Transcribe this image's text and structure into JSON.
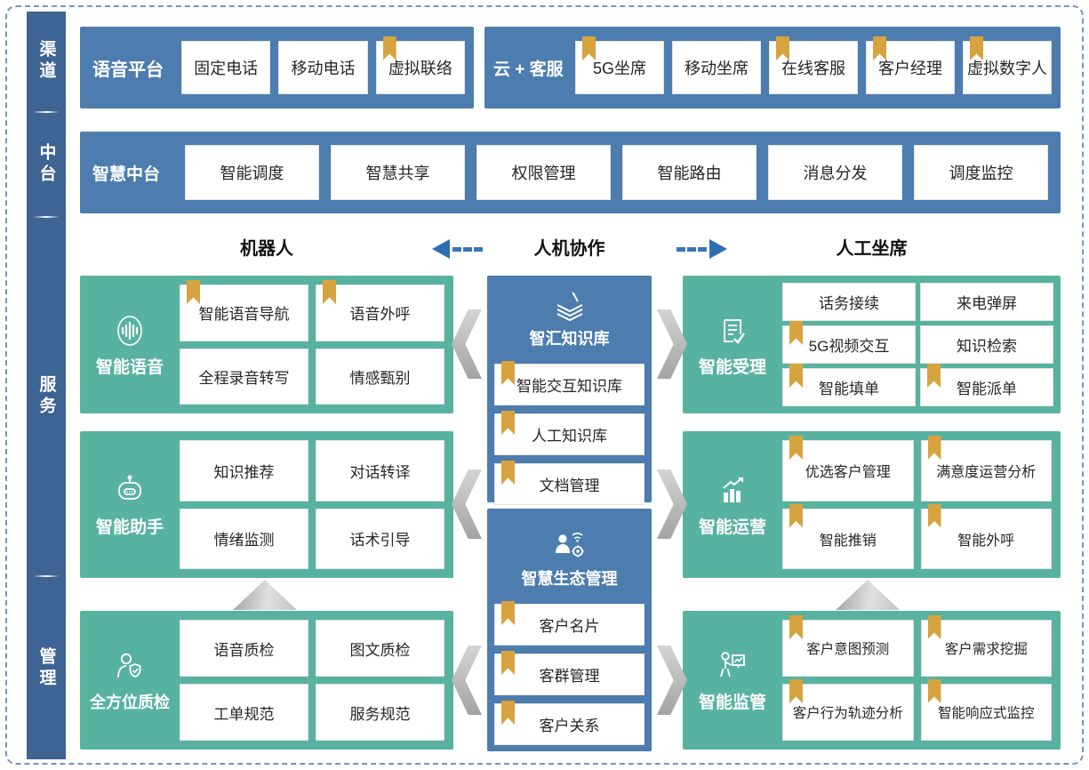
{
  "colors": {
    "panel_blue": "#4c7dae",
    "teal_green": "#58b2a0",
    "sidebar_blue": "#3d6492",
    "bookmark_gold": "#d7a33e",
    "arrow_blue": "#2f6eb6",
    "border_dash_blue": "#7096c5"
  },
  "sidebar": {
    "items": [
      {
        "label": "渠道"
      },
      {
        "label": "中台"
      },
      {
        "label": "服务"
      },
      {
        "label": "管理"
      }
    ]
  },
  "rows": {
    "voice_platform": {
      "title": "语音平台",
      "items": [
        {
          "label": "固定电话"
        },
        {
          "label": "移动电话"
        },
        {
          "label": "虚拟联络",
          "bookmark": true
        }
      ]
    },
    "cloud_service": {
      "title": "云 + 客服",
      "items": [
        {
          "label": "5G坐席",
          "bookmark": true
        },
        {
          "label": "移动坐席"
        },
        {
          "label": "在线客服",
          "bookmark": true
        },
        {
          "label": "客户经理",
          "bookmark": true
        },
        {
          "label": "虚拟数字人",
          "bookmark": true
        }
      ]
    },
    "smart_middle": {
      "title": "智慧中台",
      "items": [
        {
          "label": "智能调度"
        },
        {
          "label": "智慧共享"
        },
        {
          "label": "权限管理"
        },
        {
          "label": "智能路由"
        },
        {
          "label": "消息分发"
        },
        {
          "label": "调度监控"
        }
      ]
    }
  },
  "section_header": {
    "left": "机器人",
    "center": "人机协作",
    "right": "人工坐席"
  },
  "left_blocks": [
    {
      "title": "智能语音",
      "icon": "voice-icon",
      "items": [
        {
          "label": "智能语音导航",
          "bookmark": true
        },
        {
          "label": "语音外呼",
          "bookmark": true
        },
        {
          "label": "全程录音转写"
        },
        {
          "label": "情感甄别"
        }
      ]
    },
    {
      "title": "智能助手",
      "icon": "robot-icon",
      "items": [
        {
          "label": "知识推荐"
        },
        {
          "label": "对话转译"
        },
        {
          "label": "情绪监测"
        },
        {
          "label": "话术引导"
        }
      ]
    },
    {
      "title": "全方位质检",
      "icon": "inspector-icon",
      "items": [
        {
          "label": "语音质检"
        },
        {
          "label": "图文质检"
        },
        {
          "label": "工单规范"
        },
        {
          "label": "服务规范"
        }
      ]
    }
  ],
  "middle_blocks": [
    {
      "title": "智汇知识库",
      "icon": "knowledge-book-icon",
      "items": [
        {
          "label": "智能交互知识库",
          "bookmark": true
        },
        {
          "label": "人工知识库",
          "bookmark": true
        },
        {
          "label": "文档管理",
          "bookmark": true
        }
      ]
    },
    {
      "title": "智慧生态管理",
      "icon": "ecosystem-icon",
      "items": [
        {
          "label": "客户名片",
          "bookmark": true
        },
        {
          "label": "客群管理",
          "bookmark": true
        },
        {
          "label": "客户关系",
          "bookmark": true
        }
      ]
    }
  ],
  "right_blocks": [
    {
      "title": "智能受理",
      "icon": "document-check-icon",
      "items": [
        {
          "label": "话务接续"
        },
        {
          "label": "来电弹屏"
        },
        {
          "label": "5G视频交互",
          "bookmark": true
        },
        {
          "label": "知识检索"
        },
        {
          "label": "智能填单",
          "bookmark": true
        },
        {
          "label": "智能派单",
          "bookmark": true
        }
      ]
    },
    {
      "title": "智能运营",
      "icon": "chart-growth-icon",
      "items": [
        {
          "label": "优选客户管理",
          "bookmark": true
        },
        {
          "label": "满意度运营分析",
          "bookmark": true
        },
        {
          "label": "智能推销",
          "bookmark": true
        },
        {
          "label": "智能外呼",
          "bookmark": true
        }
      ]
    },
    {
      "title": "智能监管",
      "icon": "presenter-board-icon",
      "items": [
        {
          "label": "客户意图预测",
          "bookmark": true
        },
        {
          "label": "客户需求挖掘",
          "bookmark": true
        },
        {
          "label": "客户行为轨迹分析",
          "bookmark": true
        },
        {
          "label": "智能响应式监控",
          "bookmark": true
        }
      ]
    }
  ]
}
